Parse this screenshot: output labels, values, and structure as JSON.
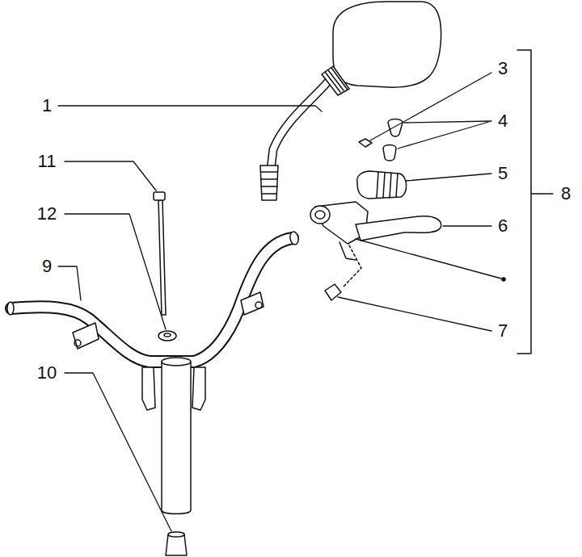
{
  "diagram": {
    "labels": [
      "1",
      "3",
      "4",
      "5",
      "11",
      "6",
      "12",
      "8",
      "9",
      "7",
      "10"
    ]
  }
}
